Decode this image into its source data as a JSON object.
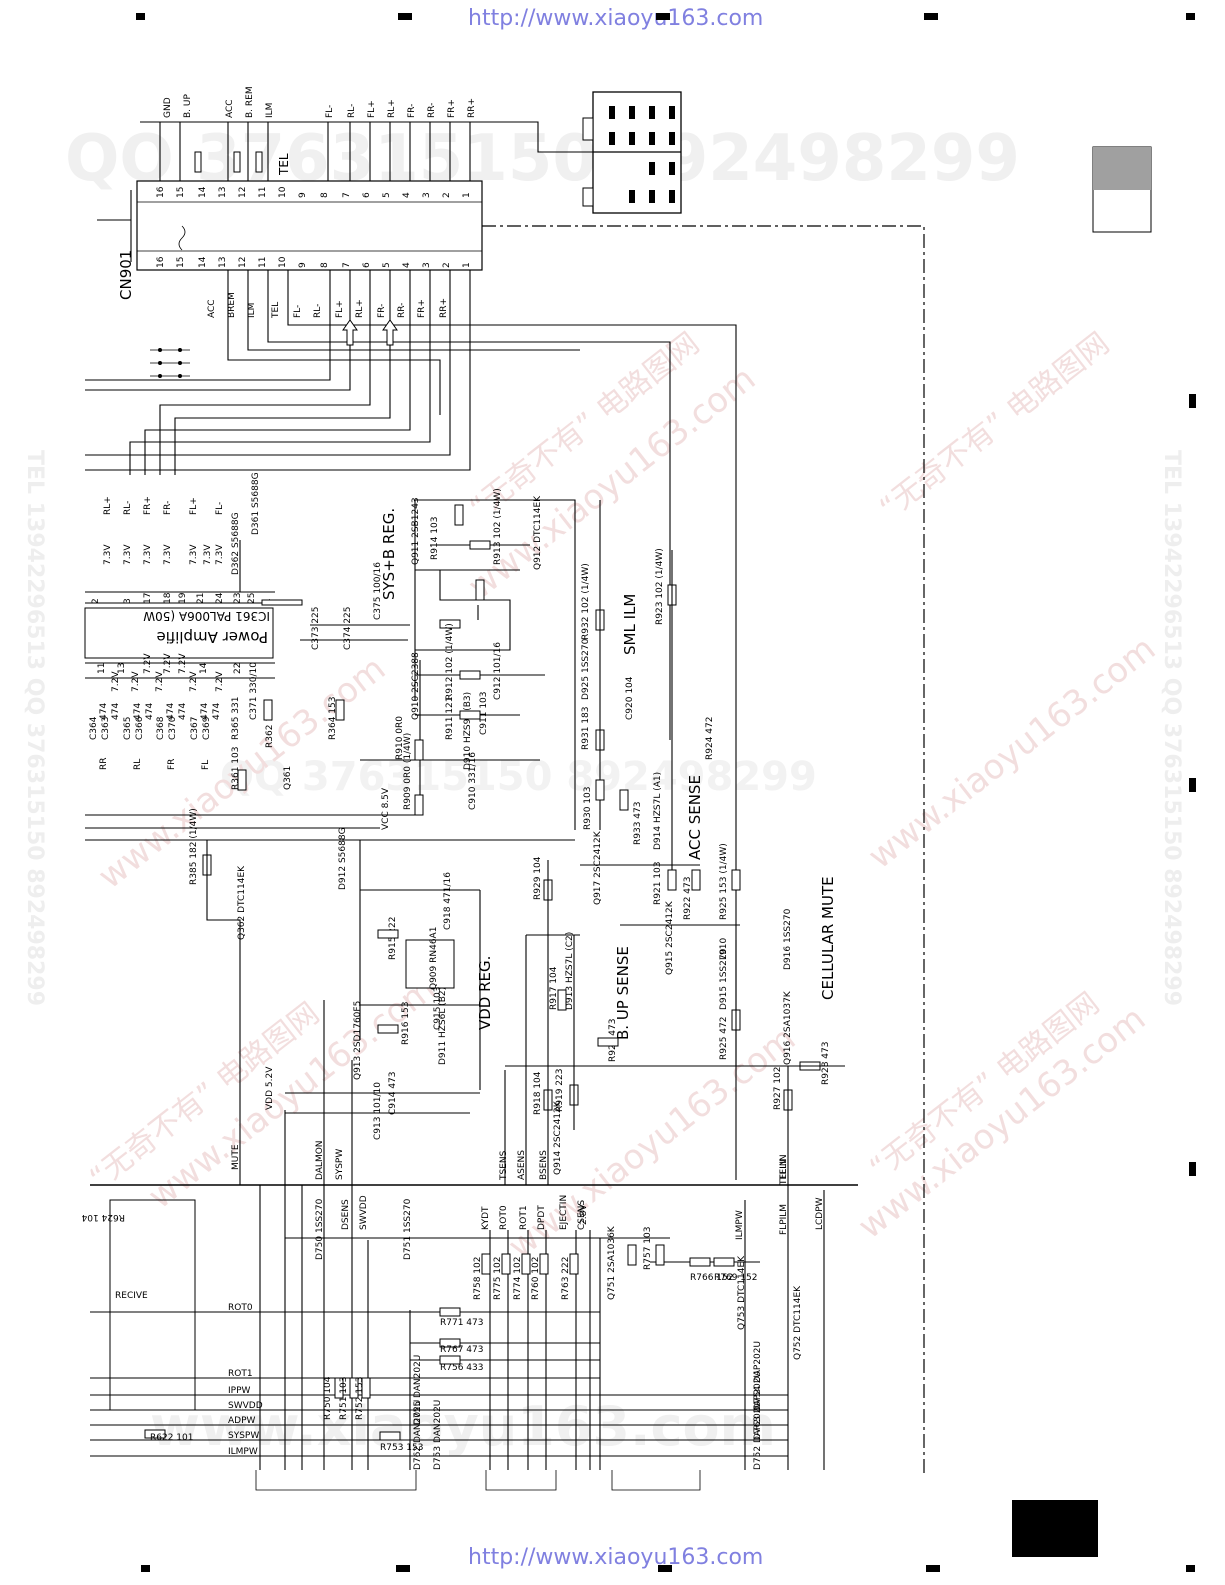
{
  "header": {
    "url_top": "http://www.xiaoyu163.com",
    "url_bottom": "http://www.xiaoyu163.com"
  },
  "watermarks": {
    "qq": "QQ 376315150  892498299",
    "tel_side": "TEL 13942296513  QQ 376315150  892498299",
    "site": "www.xiaoyu163.com",
    "cn": "“无奇不有” 电路图网"
  },
  "connector": {
    "name": "CN901",
    "top_pins": [
      "16",
      "15",
      "14",
      "13",
      "12",
      "11",
      "10",
      "9",
      "8",
      "7",
      "6",
      "5",
      "4",
      "3",
      "2",
      "1"
    ],
    "bottom_pins": [
      "16",
      "15",
      "14",
      "13",
      "12",
      "11",
      "10",
      "9",
      "8",
      "7",
      "6",
      "5",
      "4",
      "3",
      "2",
      "1"
    ],
    "top_signals": [
      "GND",
      "B. UP",
      "ACC",
      "B. REM",
      "ILM",
      "FL-",
      "RL-",
      "FL+",
      "RL+",
      "FR-",
      "RR-",
      "FR+",
      "RR+"
    ],
    "tel": "TEL",
    "bottom_signals": [
      "ACC",
      "BREM",
      "ILM",
      "TEL",
      "FL-",
      "RL-",
      "FL+",
      "RL+",
      "FR-",
      "RR-",
      "FR+",
      "RR+"
    ]
  },
  "amp": {
    "ic": "IC361  PAL006A  (50W",
    "title": "Power Amplifie",
    "outputs": [
      "RL+",
      "RL-",
      "FR+",
      "FR-",
      "FL+",
      "FL-"
    ],
    "pins_top": [
      "2",
      "3",
      "17",
      "18",
      "19",
      "21",
      "24",
      "23",
      "25",
      "1"
    ],
    "voltages": [
      "7.3V",
      "7.3V",
      "7.3V",
      "7.3V",
      "7.3V",
      "7.3V",
      "7.3V"
    ],
    "pins_bottom": [
      "11",
      "13",
      "7.2V",
      "7.2V",
      "7.2V",
      "14",
      "22"
    ],
    "volt72": [
      "7.2V",
      "7.2V",
      "7.2V",
      "7.2V",
      "7.2V"
    ],
    "caps_left": [
      "C364",
      "C363",
      "C365",
      "C366",
      "C368",
      "C370",
      "C367",
      "C369"
    ],
    "cap_vals": [
      "474",
      "474",
      "474",
      "474",
      "474",
      "474",
      "474",
      "474"
    ],
    "ch": [
      "RR",
      "RL",
      "FR",
      "FL"
    ],
    "d362": "D362  S5688G",
    "d361": "D361  S5688G",
    "c375": "C375  100/16",
    "c373": "C373 225",
    "c374": "C374 225",
    "c371": "C371 330/10",
    "r365": "R365 331",
    "r362": "R362 103",
    "r361": "R361 103",
    "q361": "Q361",
    "r364": "R364 153"
  },
  "sysb": {
    "title": "SYS+B  REG.",
    "q911": "Q911 2SB1243",
    "r914": "R914 103",
    "r913": "R913 102 (1/4W)",
    "q912": "Q912 DTC114EK",
    "q910": "Q910 2SC2388",
    "r912": "R912 102 (1/4W)",
    "r911": "R911 121",
    "c912": "C912 101/16",
    "c911": "C911 103",
    "d910": "D910 HZS9L (B3)",
    "r910": "R910 0R0",
    "r909": "R909 0R0 (1/4W)",
    "c910": "C910 331/16",
    "vcc": "VCC 8.5V"
  },
  "sml": {
    "title": "SML  ILM",
    "r932": "R932 102 (1/4W)",
    "d925": "D925 1SS270",
    "c920": "C920 104",
    "r931": "R931 183",
    "r923": "R923 102 (1/4W)"
  },
  "acc": {
    "title": "ACC  SENSE",
    "r924": "R924 472",
    "r930": "R930 103",
    "r933": "R933 473",
    "d914": "D914 HZS7L (A1)",
    "q917": "Q917 2SC2412K",
    "r921": "R921 103",
    "r922": "R922 473",
    "q915": "Q915 2SC2412K",
    "r925a": "R925 153 (1/4W)"
  },
  "cellular": {
    "title": "CELLULAR  MUTE",
    "l910": "L910",
    "d916": "D916 1SS270",
    "d915": "D915 1SS270",
    "r925": "R925 472",
    "q916": "Q916 2SA1037K",
    "r928": "R928 473",
    "r927": "R927 102",
    "telin": "TELIN"
  },
  "vdd": {
    "title": "VDD  REG.",
    "q909": "Q909 RN46A1",
    "r915": "R915 222",
    "c918": "C918 471/16",
    "d912": "D912 S5688G",
    "c915": "C915 103",
    "r916": "R916 153",
    "d911": "D911 HZS6L (B2)",
    "q913": "Q913 2SD1760F5",
    "c914": "C914 473",
    "c913": "C913 101/10",
    "vdd": "VDD 5.2V"
  },
  "bup": {
    "title": "B. UP  SENSE",
    "r929": "R929 104",
    "r917": "R917 104",
    "d913": "D913 HZS7L (C2)",
    "r920": "R920 473",
    "r918": "R918 104",
    "r919": "R919 223",
    "q914": "Q914 2SC2412K"
  },
  "mid": {
    "r385": "R385 182 (1/4W)",
    "q362": "Q362 DTC114EK",
    "mute": "MUTE"
  },
  "bus": [
    "DALMON",
    "SYSPW",
    "TSENS",
    "ASENS",
    "BSENS",
    "TELIN"
  ],
  "lower": {
    "top_labels": [
      "DSENS",
      "SWVDD",
      "KYDT",
      "ROT0",
      "ROT1",
      "DPDT",
      "EJECTIN",
      "CSENS"
    ],
    "csens_v": "2.8V",
    "r624": "R624 104",
    "recive": "RECIVE",
    "left_sig": [
      "ROT0",
      "ROT1",
      "IPPW",
      "SWVDD",
      "ADPW",
      "SYSPW",
      "ILMPW"
    ],
    "r622": "R622 101",
    "d750": "D750 1SS270",
    "d751": "D751 1SS270",
    "r758": "R758 102",
    "r775": "R775 102",
    "r774": "R774 102",
    "r760": "R760 102",
    "r763": "R763 222",
    "q751": "Q751 2SA1036K",
    "r757": "R757 103",
    "r771": "R771 473",
    "r767": "R767 473",
    "r756": "R756 433",
    "d755": "D755 DAN202U",
    "d762": "D762 DAN202U",
    "d753": "D753 DAN202U",
    "r750": "R750 104",
    "r751": "R751 103",
    "r752": "R752 153",
    "r753": "R753 153",
    "ilmpw": "ILMPW",
    "flpilm": "FLPILM",
    "lcdpw": "LCDPW",
    "r766": "R766 152",
    "r769": "R769 152",
    "q753": "Q753 DTC114EK",
    "q752": "Q752 DTC114EK",
    "d754": "D754 DAP202U",
    "d763": "D763 DAP202U",
    "d752": "D752 DAP202U"
  }
}
